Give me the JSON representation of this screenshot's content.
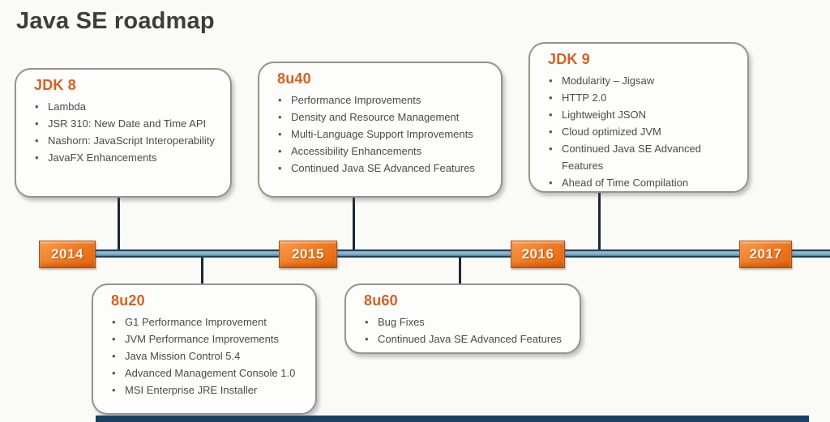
{
  "page": {
    "title": "Java SE roadmap"
  },
  "timeline": {
    "years": [
      "2014",
      "2015",
      "2016",
      "2017"
    ]
  },
  "boxes": [
    {
      "title": "JDK 8",
      "position": "above-timeline",
      "items": [
        "Lambda",
        "JSR 310: New Date and Time API",
        "Nashorn: JavaScript Interoperability",
        "JavaFX Enhancements"
      ]
    },
    {
      "title": "8u40",
      "position": "above-timeline",
      "items": [
        "Performance Improvements",
        "Density and Resource Management",
        "Multi-Language Support Improvements",
        "Accessibility Enhancements",
        "Continued Java SE Advanced Features"
      ]
    },
    {
      "title": "JDK 9",
      "position": "above-timeline",
      "items": [
        "Modularity – Jigsaw",
        "HTTP 2.0",
        "Lightweight JSON",
        "Cloud optimized JVM",
        "Continued Java SE Advanced Features",
        "Ahead of Time Compilation"
      ]
    },
    {
      "title": "8u20",
      "position": "below-timeline",
      "items": [
        "G1 Performance Improvement",
        "JVM Performance Improvements",
        "Java Mission Control 5.4",
        "Advanced Management Console 1.0",
        "MSI Enterprise JRE Installer"
      ]
    },
    {
      "title": "8u60",
      "position": "below-timeline",
      "items": [
        "Bug Fixes",
        "Continued Java SE Advanced Features"
      ]
    }
  ],
  "colors": {
    "accent_orange": "#d95f1e",
    "year_marker_orange": "#ee7524",
    "timeline_blue": "#7ba3c0",
    "timeline_edge": "#22405e",
    "connector": "#1b2836",
    "body_text": "#4b4b45",
    "background": "#fafaf7"
  }
}
